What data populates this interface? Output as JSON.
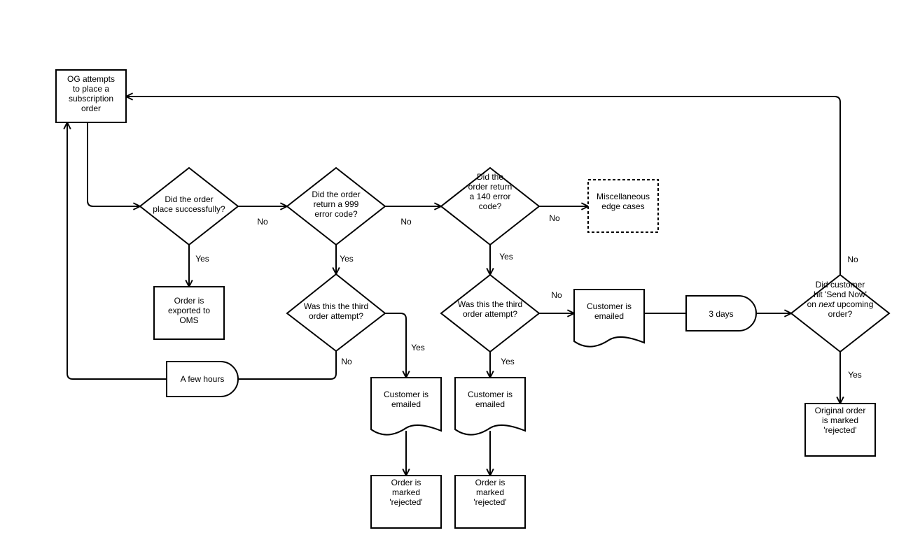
{
  "nodes": {
    "attempt": {
      "lines": [
        "OG attempts",
        "to place a",
        "subscription",
        "order"
      ]
    },
    "placed_q": {
      "lines": [
        "Did the order",
        "place successfully?"
      ]
    },
    "exported": {
      "lines": [
        "Order is",
        "exported to",
        "OMS"
      ]
    },
    "err999_q": {
      "lines": [
        "Did the order",
        "return a 999",
        "error code?"
      ]
    },
    "third1_q": {
      "lines": [
        "Was this the third",
        "order attempt?"
      ]
    },
    "few_hours": {
      "lines": [
        "A few hours"
      ]
    },
    "emailed1": {
      "lines": [
        "Customer is",
        "emailed"
      ]
    },
    "rejected1": {
      "lines": [
        "Order is",
        "marked",
        "'rejected'"
      ]
    },
    "err140_q": {
      "lines": [
        "Did the",
        "order return",
        "a 140 error",
        "code?"
      ]
    },
    "misc": {
      "lines": [
        "Miscellaneous",
        "edge cases"
      ]
    },
    "third2_q": {
      "lines": [
        "Was this the third",
        "order attempt?"
      ]
    },
    "emailed2": {
      "lines": [
        "Customer is",
        "emailed"
      ]
    },
    "rejected2": {
      "lines": [
        "Order is",
        "marked",
        "'rejected'"
      ]
    },
    "emailed3": {
      "lines": [
        "Customer is",
        "emailed"
      ]
    },
    "three_days": {
      "lines": [
        "3 days"
      ]
    },
    "send_now_q": {
      "lines": [
        "Did customer",
        "hit 'Send Now'",
        "on next upcoming",
        "order?"
      ]
    },
    "orig_rejected": {
      "lines": [
        "Original order",
        "is marked",
        "'rejected'"
      ]
    }
  },
  "edge_labels": {
    "placed_no": "No",
    "placed_yes": "Yes",
    "err999_no": "No",
    "err999_yes": "Yes",
    "third1_yes": "Yes",
    "third1_no": "No",
    "err140_no": "No",
    "err140_yes": "Yes",
    "third2_no": "No",
    "third2_yes": "Yes",
    "send_now_no": "No",
    "send_now_yes": "Yes"
  }
}
